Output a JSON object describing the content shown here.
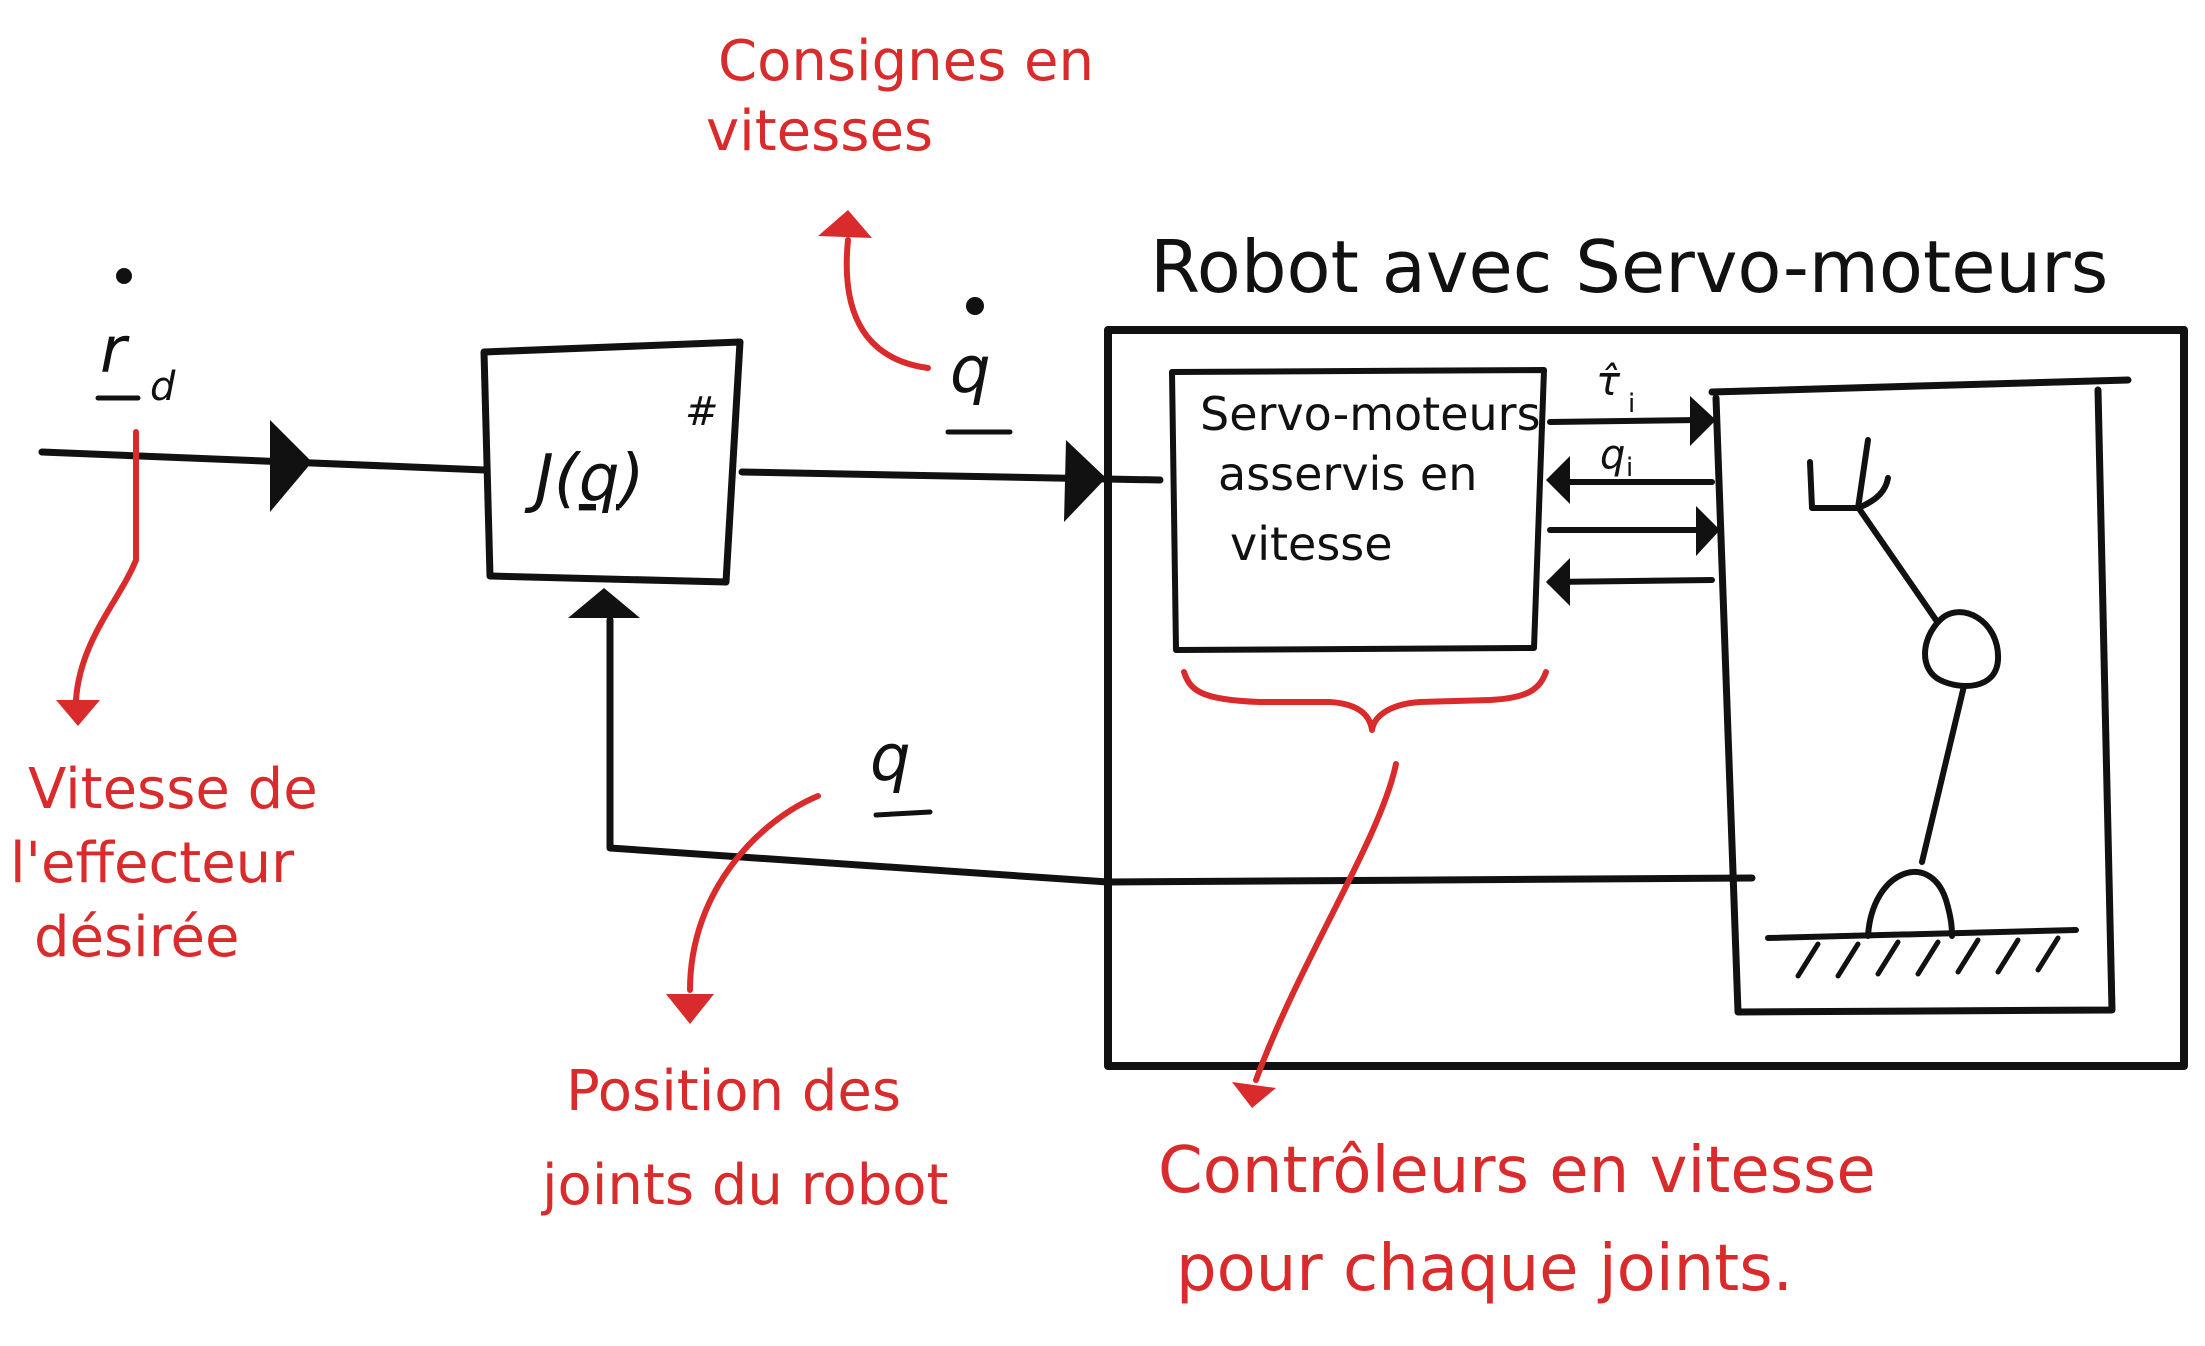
{
  "title": "Robot avec Servo-moteurs",
  "blocks": {
    "jacobian": {
      "base": "J(",
      "arg": "q",
      "close": ")",
      "sup": "#"
    },
    "servo": {
      "line1": "Servo-moteurs",
      "line2": "asservis en",
      "line3": "vitesse"
    }
  },
  "signals": {
    "rd_dot": {
      "main": "r",
      "sub": "d"
    },
    "q_dot": "q",
    "q": "q",
    "tau_hat": {
      "main": "τ̂",
      "sub": "i"
    },
    "q_i": {
      "main": "q",
      "sub": "i"
    }
  },
  "annotations": {
    "consignes": {
      "line1": "Consignes en",
      "line2": "vitesses"
    },
    "vitesse_effecteur": {
      "line1": "Vitesse de",
      "line2": "l'effecteur",
      "line3": "désirée"
    },
    "position_joints": {
      "line1": "Position des",
      "line2": "joints du robot"
    },
    "controleurs": {
      "line1": "Contrôleurs en vitesse",
      "line2": "pour chaque joints."
    }
  },
  "colors": {
    "ink": "#111111",
    "annotation": "#d92b2b"
  }
}
